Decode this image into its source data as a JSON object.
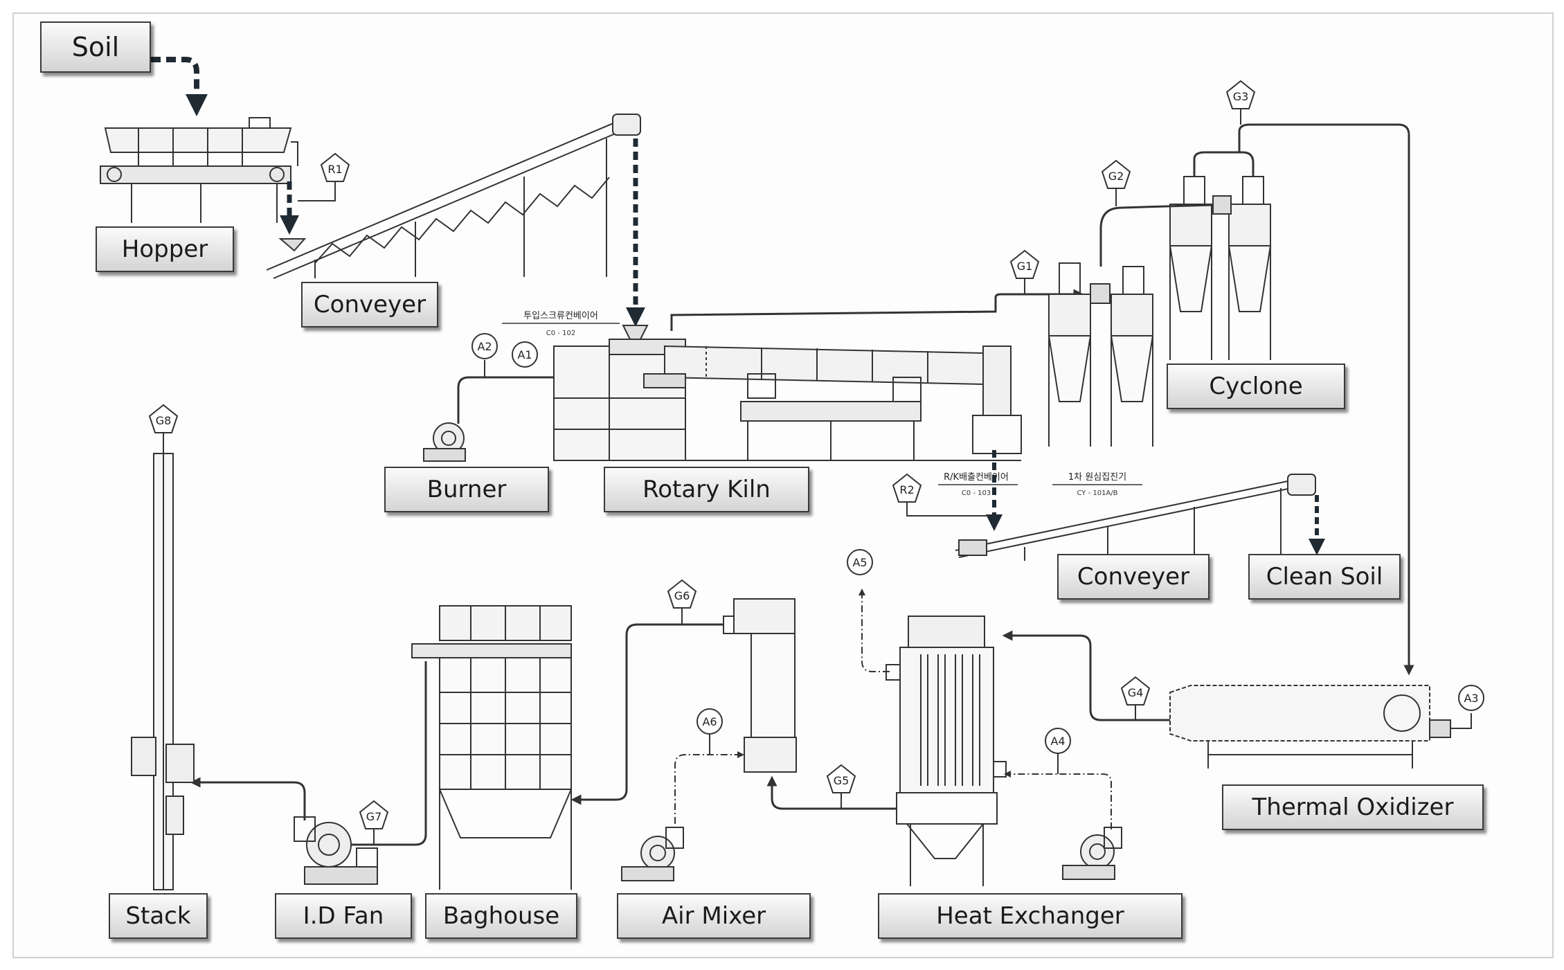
{
  "labels": {
    "soil": "Soil",
    "hopper": "Hopper",
    "conveyer_upper": "Conveyer",
    "cyclone": "Cyclone",
    "burner": "Burner",
    "rotary_kiln": "Rotary Kiln",
    "conveyer_lower": "Conveyer",
    "clean_soil": "Clean Soil",
    "thermal_oxidizer": "Thermal Oxidizer",
    "stack": "Stack",
    "id_fan": "I.D Fan",
    "baghouse": "Baghouse",
    "air_mixer": "Air Mixer",
    "heat_exchanger": "Heat Exchanger"
  },
  "tags": {
    "r1": "R1",
    "r2": "R2",
    "a1": "A1",
    "a2": "A2",
    "a3": "A3",
    "a4": "A4",
    "a5": "A5",
    "a6": "A6",
    "g1": "G1",
    "g2": "G2",
    "g3": "G3",
    "g4": "G4",
    "g5": "G5",
    "g6": "G6",
    "g7": "G7",
    "g8": "G8"
  },
  "korean_notes": {
    "feed_screw_title": "투입스크류컨베이어",
    "feed_screw_spec": "C0 - 102",
    "rk_conveyor_title": "R/K배출컨베이어",
    "rk_conveyor_spec": "C0 - 103",
    "primary_collector_title": "1차 원심집진기",
    "primary_collector_spec": "CY - 101A/B"
  }
}
